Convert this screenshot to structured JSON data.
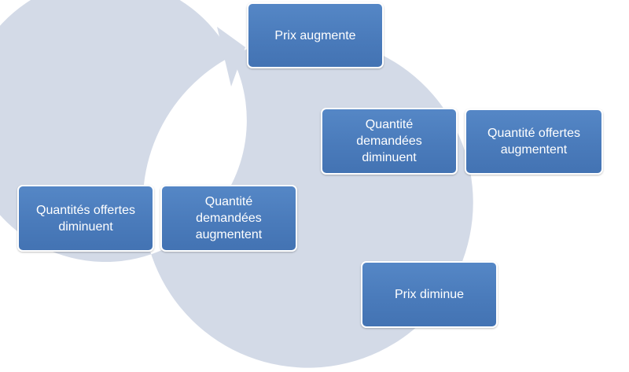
{
  "diagram": {
    "colors": {
      "node_fill": "#4a7bbb",
      "node_border": "#ffffff",
      "node_text": "#ffffff",
      "arrow": "#d3dae7"
    },
    "nodes": {
      "prix_augmente": "Prix augmente",
      "qte_offertes_augmentent": "Quantité offertes\naugmentent",
      "qte_demandees_diminuent": "Quantité\ndemandées\ndiminuent",
      "qte_demandees_augmentent": "Quantité\ndemandées\naugmentent",
      "qte_offertes_diminuent": "Quantités offertes\ndiminuent",
      "prix_diminue": "Prix diminue"
    },
    "edges": [
      {
        "from": "prix_augmente",
        "to": "qte_offertes_augmentent"
      },
      {
        "from": "qte_offertes_augmentent",
        "to": "prix_diminue"
      },
      {
        "from": "prix_diminue",
        "to": "qte_offertes_diminuent"
      },
      {
        "from": "qte_offertes_diminuent",
        "to": "prix_augmente"
      }
    ]
  }
}
